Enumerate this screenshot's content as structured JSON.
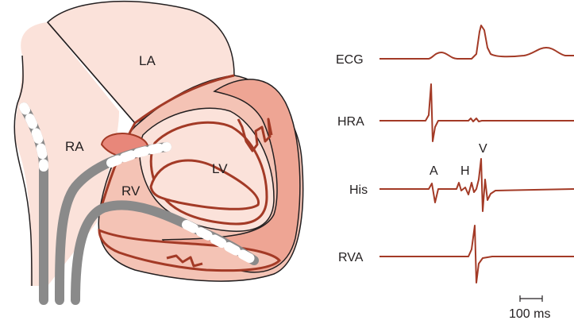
{
  "heart": {
    "chambers": {
      "la": "LA",
      "ra": "RA",
      "rv": "RV",
      "lv": "LV"
    },
    "colors": {
      "skin_light": "#fbe2da",
      "skin_mid": "#f4c3b5",
      "muscle": "#e8877a",
      "muscle_dark": "#a33a26",
      "outline": "#231f20",
      "catheter": "#8a8a8a"
    }
  },
  "traces": {
    "ecg": "ECG",
    "hra": "HRA",
    "his": "His",
    "rva": "RVA",
    "trace_color": "#a33a26"
  },
  "his_markers": {
    "a": "A",
    "h": "H",
    "v": "V"
  },
  "scale_bar": {
    "label": "100 ms"
  }
}
